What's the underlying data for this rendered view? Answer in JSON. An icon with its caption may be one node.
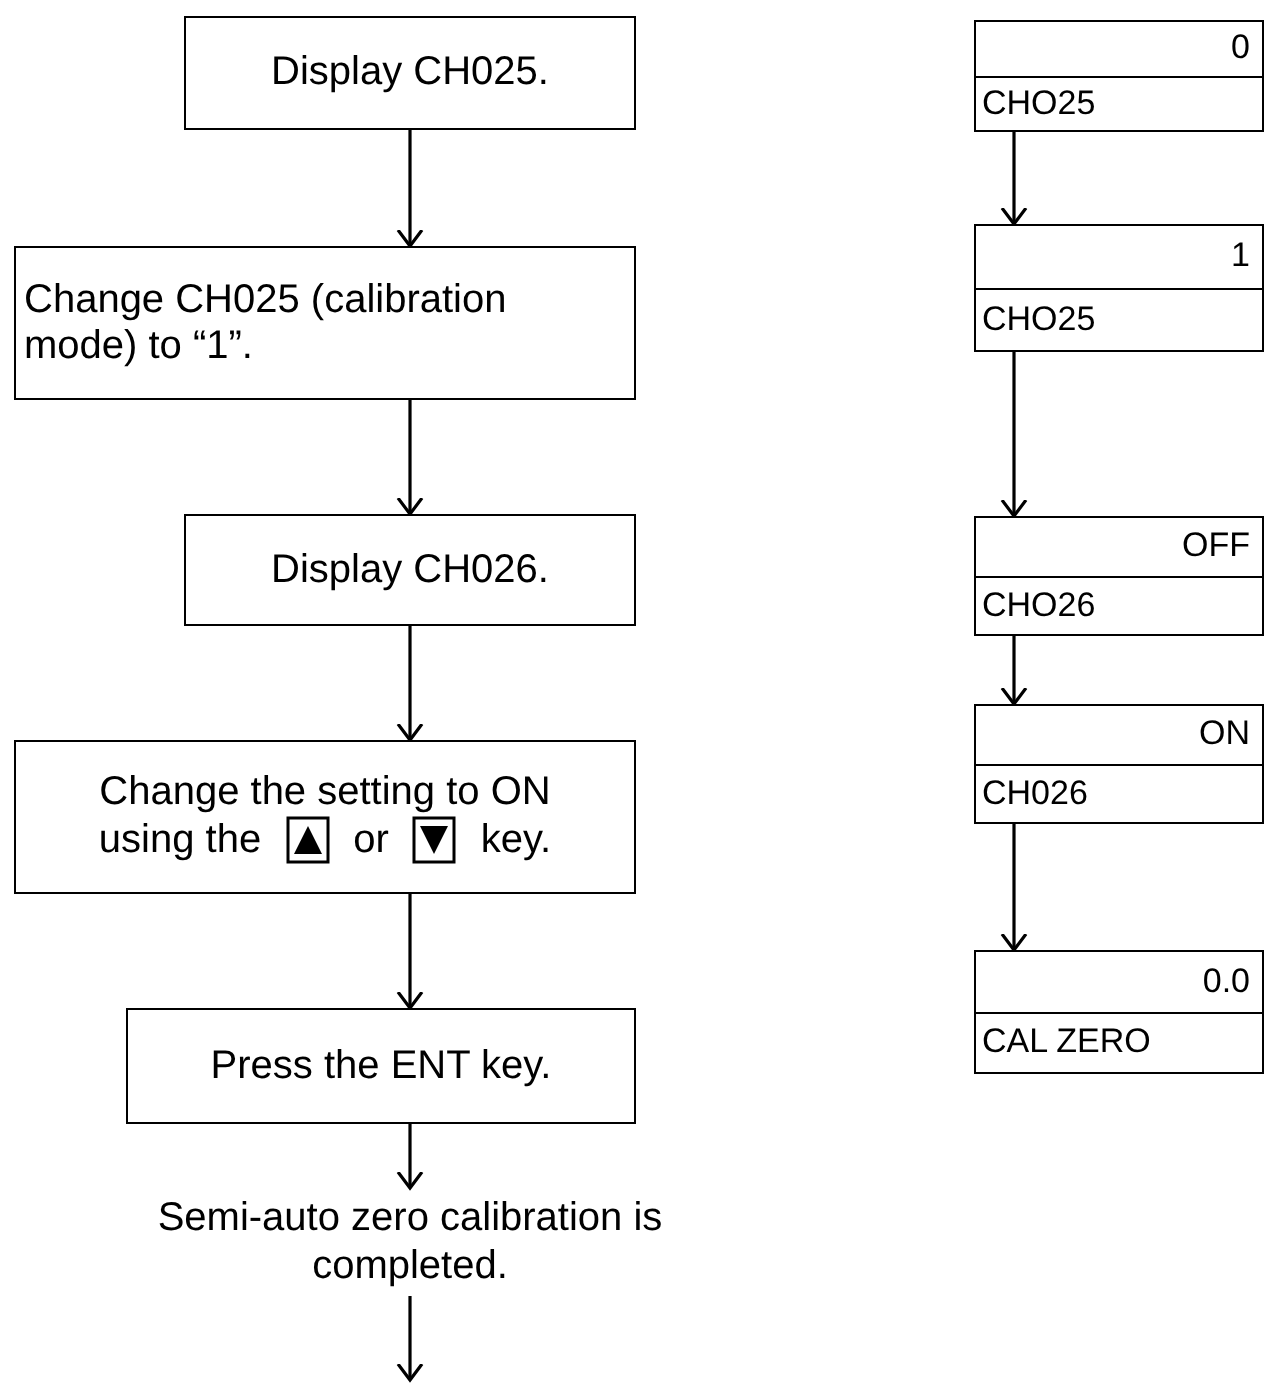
{
  "diagram": {
    "nodes": [
      {
        "text": [
          "Display CH025."
        ]
      },
      {
        "text": [
          "Change CH025 (calibration mode) to “1”."
        ]
      },
      {
        "text": [
          "Display CH026."
        ]
      },
      {
        "text": [
          "Change the setting to ON",
          "using the",
          "or",
          "key."
        ]
      },
      {
        "text": [
          "Press the ENT key."
        ]
      },
      {
        "text": [
          "Semi-auto zero calibration is completed."
        ]
      },
      {
        "text": [
          "0",
          "CHO25"
        ]
      },
      {
        "text": [
          "1",
          "CHO25"
        ]
      },
      {
        "text": [
          "OFF",
          "CHO26"
        ]
      },
      {
        "text": [
          "ON",
          "CH026"
        ]
      },
      {
        "text": [
          "0.0",
          "CAL ZERO"
        ]
      }
    ],
    "edges": [
      {
        "from": 0,
        "to": 1,
        "arrow": "to"
      },
      {
        "from": 1,
        "to": 2,
        "arrow": "to"
      },
      {
        "from": 2,
        "to": 3,
        "arrow": "to"
      },
      {
        "from": 3,
        "to": 4,
        "arrow": "to"
      },
      {
        "from": 4,
        "to": 5,
        "arrow": "to"
      },
      {
        "from": 5,
        "to": null,
        "arrow": "to"
      },
      {
        "from": 6,
        "to": 7,
        "arrow": "to"
      },
      {
        "from": 7,
        "to": 8,
        "arrow": "to"
      },
      {
        "from": 8,
        "to": 9,
        "arrow": "to"
      },
      {
        "from": 9,
        "to": 10,
        "arrow": "to"
      }
    ]
  }
}
